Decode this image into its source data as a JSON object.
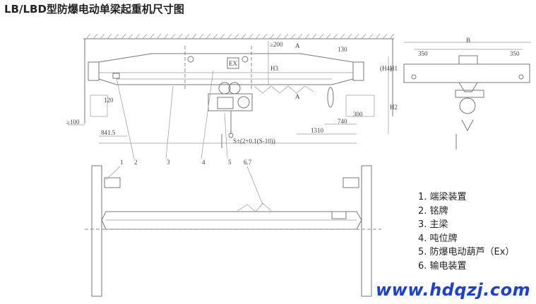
{
  "title": "LB/LBD型防爆电动单梁起重机尺寸图",
  "drawing": {
    "front_view": {
      "ex_mark": "EX",
      "dims": {
        "h3": "H3",
        "top_clearance": "≥200",
        "h1": "H1",
        "h4": "(H4)",
        "h2": "H2",
        "d130": "130",
        "d120": "120",
        "d100": "≥100",
        "d841": "841.5",
        "span": "S±(2+0.1(S-10))",
        "d1310": "1310",
        "d740": "740",
        "d300": "300",
        "section_a1": "A",
        "section_a2": "A"
      }
    },
    "side_view": {
      "dims": {
        "b": "B",
        "left": "350",
        "right": "350"
      }
    },
    "plan_view": {
      "callouts": [
        "1",
        "2",
        "3",
        "4",
        "5",
        "6.7"
      ]
    }
  },
  "legend": [
    "1. 端梁装置",
    "2. 铭牌",
    "3. 主梁",
    "4. 吨位牌",
    "5. 防爆电动葫芦（Ex）",
    "6. 输电装置"
  ],
  "watermark": "www.hdqzj.com",
  "colors": {
    "watermark": "#1a3fe0",
    "lines": "#777777"
  }
}
